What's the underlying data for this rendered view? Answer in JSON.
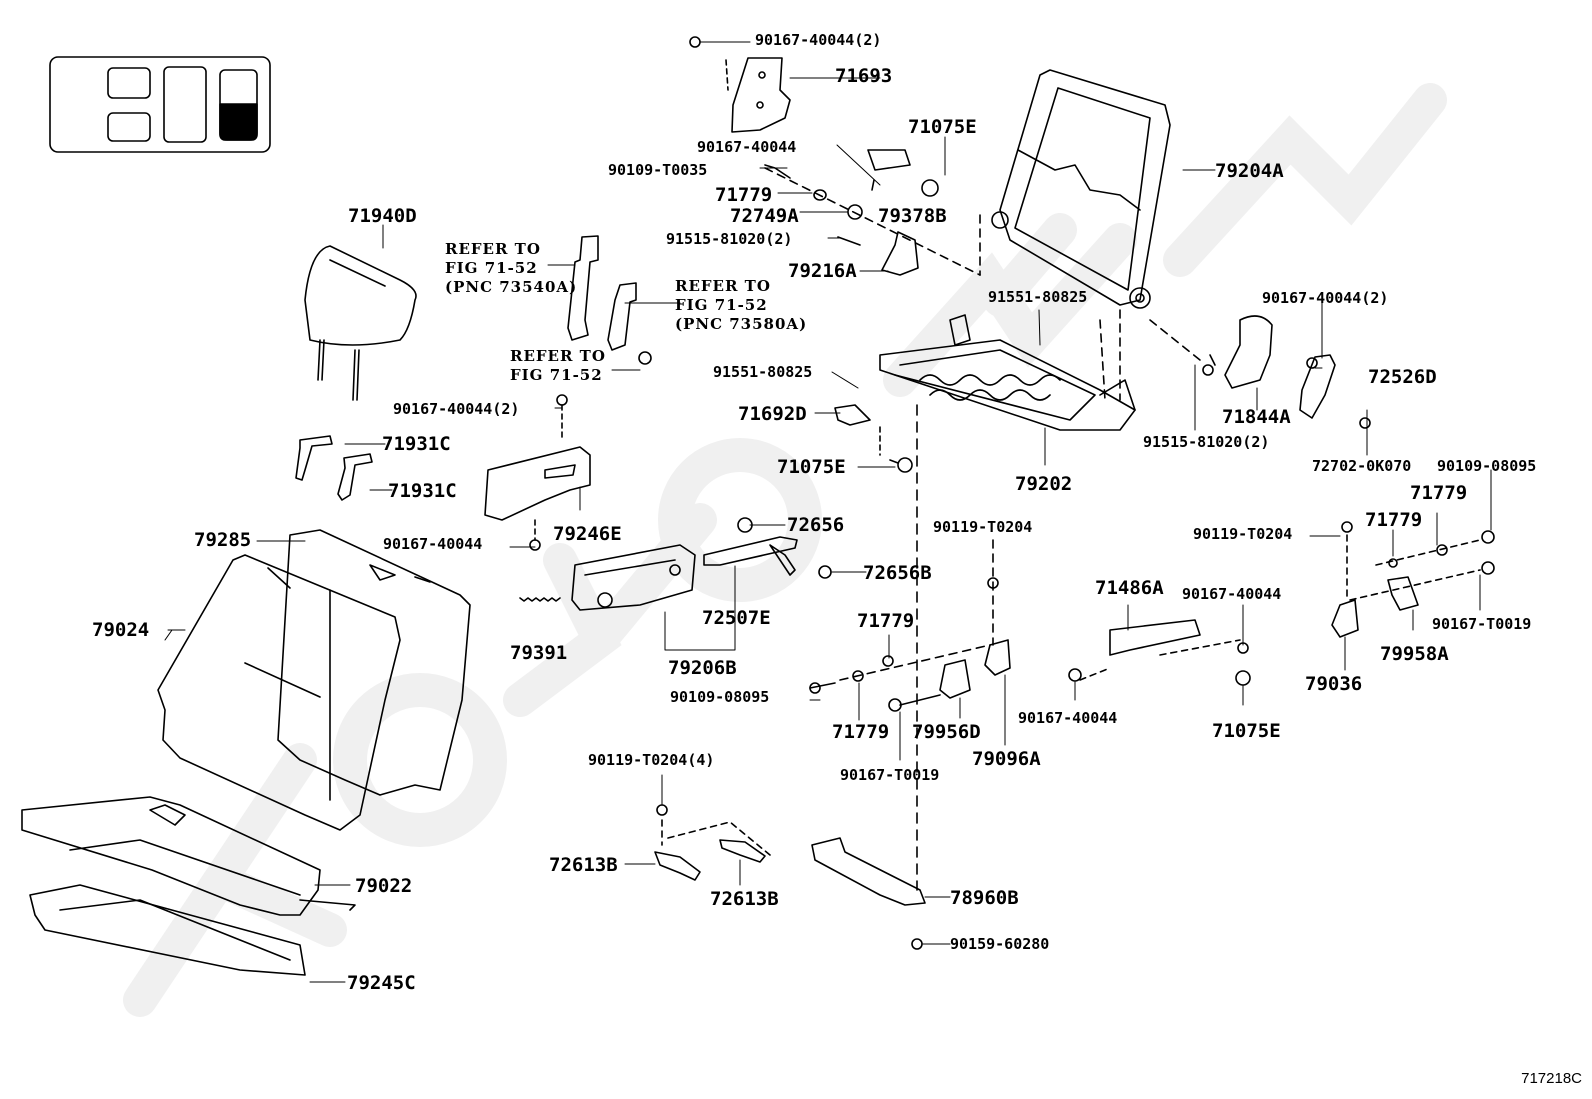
{
  "diagram": {
    "type": "exploded-parts-diagram",
    "subject": "Rear seat assembly",
    "figure_id": "717218C",
    "watermark": "toyotaCarMire.ru",
    "location_indicator": {
      "cells": [
        "upper-left",
        "lower-left",
        "middle",
        "right"
      ],
      "highlighted": "right",
      "fill_fraction": 0.5
    },
    "labels": [
      {
        "id": "l01",
        "text": "90167-40044(2)"
      },
      {
        "id": "l02",
        "text": "71693"
      },
      {
        "id": "l03",
        "text": "71075E"
      },
      {
        "id": "l04",
        "text": "90167-40044"
      },
      {
        "id": "l05",
        "text": "90109-T0035"
      },
      {
        "id": "l06",
        "text": "71779"
      },
      {
        "id": "l07",
        "text": "72749A"
      },
      {
        "id": "l08",
        "text": "79378B"
      },
      {
        "id": "l09",
        "text": "91515-81020(2)"
      },
      {
        "id": "l10",
        "text": "79216A"
      },
      {
        "id": "l11",
        "text": "79204A"
      },
      {
        "id": "l12",
        "text": "71940D"
      },
      {
        "id": "l13",
        "text": "REFER TO\nFIG 71-52\n(PNC 73540A)"
      },
      {
        "id": "l14",
        "text": "REFER TO\nFIG 71-52\n(PNC 73580A)"
      },
      {
        "id": "l15",
        "text": "REFER TO\nFIG 71-52"
      },
      {
        "id": "l16",
        "text": "91551-80825"
      },
      {
        "id": "l17",
        "text": "91551-80825"
      },
      {
        "id": "l18",
        "text": "90167-40044(2)"
      },
      {
        "id": "l19",
        "text": "72526D"
      },
      {
        "id": "l20",
        "text": "71844A"
      },
      {
        "id": "l21",
        "text": "91515-81020(2)"
      },
      {
        "id": "l22",
        "text": "71692D"
      },
      {
        "id": "l23",
        "text": "71075E"
      },
      {
        "id": "l24",
        "text": "79202"
      },
      {
        "id": "l25",
        "text": "90167-40044(2)"
      },
      {
        "id": "l26",
        "text": "71931C"
      },
      {
        "id": "l27",
        "text": "71931C"
      },
      {
        "id": "l28",
        "text": "79246E"
      },
      {
        "id": "l29",
        "text": "90167-40044"
      },
      {
        "id": "l30",
        "text": "72702-0K070"
      },
      {
        "id": "l31",
        "text": "90109-08095"
      },
      {
        "id": "l32",
        "text": "71779"
      },
      {
        "id": "l33",
        "text": "71779"
      },
      {
        "id": "l34",
        "text": "90119-T0204"
      },
      {
        "id": "l35",
        "text": "79285"
      },
      {
        "id": "l36",
        "text": "72656"
      },
      {
        "id": "l37",
        "text": "72656B"
      },
      {
        "id": "l38",
        "text": "90119-T0204"
      },
      {
        "id": "l39",
        "text": "79024"
      },
      {
        "id": "l40",
        "text": "79391"
      },
      {
        "id": "l41",
        "text": "72507E"
      },
      {
        "id": "l42",
        "text": "79206B"
      },
      {
        "id": "l43",
        "text": "71779"
      },
      {
        "id": "l44",
        "text": "71486A"
      },
      {
        "id": "l45",
        "text": "90167-40044"
      },
      {
        "id": "l46",
        "text": "90167-T0019"
      },
      {
        "id": "l47",
        "text": "79958A"
      },
      {
        "id": "l48",
        "text": "79036"
      },
      {
        "id": "l49",
        "text": "90109-08095"
      },
      {
        "id": "l50",
        "text": "71779"
      },
      {
        "id": "l51",
        "text": "79956D"
      },
      {
        "id": "l52",
        "text": "90167-T0019"
      },
      {
        "id": "l53",
        "text": "79096A"
      },
      {
        "id": "l54",
        "text": "90167-40044"
      },
      {
        "id": "l55",
        "text": "71075E"
      },
      {
        "id": "l56",
        "text": "90119-T0204(4)"
      },
      {
        "id": "l57",
        "text": "72613B"
      },
      {
        "id": "l58",
        "text": "72613B"
      },
      {
        "id": "l59",
        "text": "78960B"
      },
      {
        "id": "l60",
        "text": "90159-60280"
      },
      {
        "id": "l61",
        "text": "79022"
      },
      {
        "id": "l62",
        "text": "79245C"
      }
    ]
  }
}
